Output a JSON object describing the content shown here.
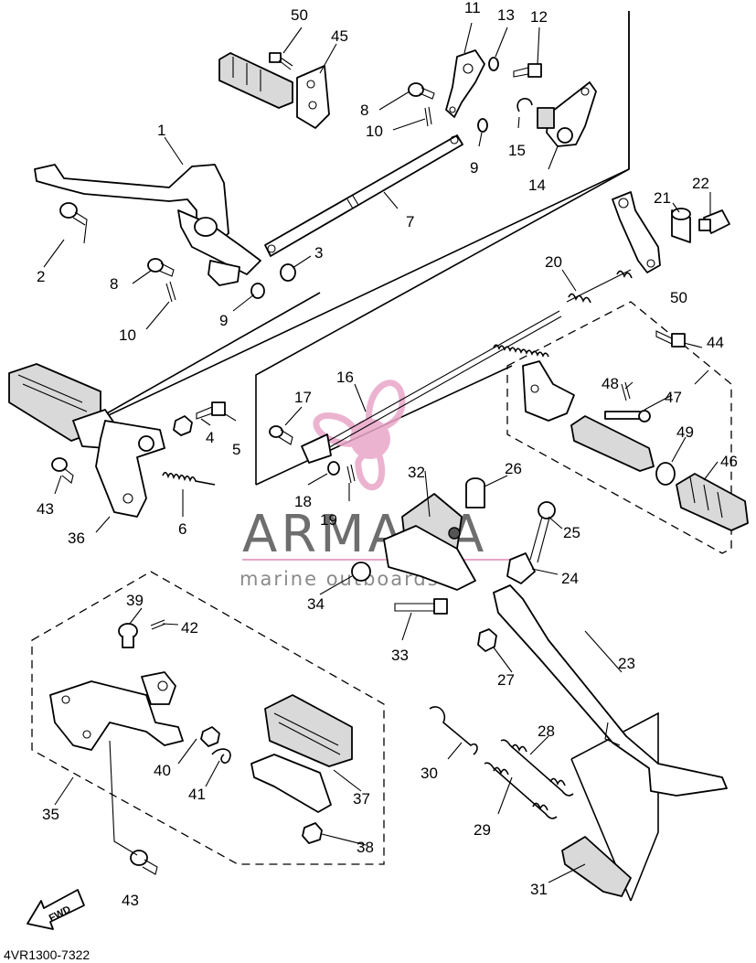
{
  "drawing_code": "4VR1300-7322",
  "watermark": {
    "title": "ARMADA",
    "subtitle": "marine outboards",
    "accent_color": "#e9a6c8",
    "text_color": "#6e6e6e"
  },
  "direction_tag": "FWD",
  "callouts": {
    "c1": "1",
    "c2": "2",
    "c3": "3",
    "c4": "4",
    "c5": "5",
    "c6": "6",
    "c7": "7",
    "c8a": "8",
    "c8b": "8",
    "c9a": "9",
    "c9b": "9",
    "c10a": "10",
    "c10b": "10",
    "c11": "11",
    "c12": "12",
    "c13": "13",
    "c14": "14",
    "c15": "15",
    "c16": "16",
    "c17": "17",
    "c18": "18",
    "c19": "19",
    "c20": "20",
    "c21": "21",
    "c22": "22",
    "c23": "23",
    "c24": "24",
    "c25": "25",
    "c26": "26",
    "c27": "27",
    "c28": "28",
    "c29": "29",
    "c30": "30",
    "c31": "31",
    "c32": "32",
    "c33": "33",
    "c34": "34",
    "c35": "35",
    "c36": "36",
    "c37": "37",
    "c38": "38",
    "c39": "39",
    "c40": "40",
    "c41": "41",
    "c42": "42",
    "c43a": "43",
    "c43b": "43",
    "c44": "44",
    "c45": "45",
    "c46": "46",
    "c47": "47",
    "c48": "48",
    "c49": "49",
    "c50a": "50",
    "c50b": "50"
  }
}
